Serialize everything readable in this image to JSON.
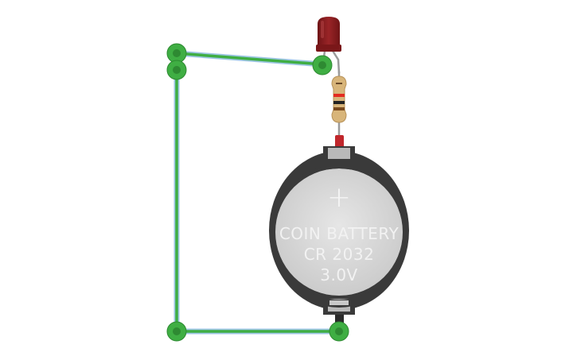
{
  "battery": {
    "plus_sign": "+",
    "label_line1": "COIN BATTERY",
    "label_line2": "CR 2032",
    "label_line3": "3.0V"
  },
  "colors": {
    "wire_green": "#3fae43",
    "wire_blue": "#9ec6e4",
    "led_red": "#8c1d1f",
    "battery_body": "#3a3a3a",
    "battery_cell": "#d8d8d8",
    "resistor_body": "#d8b57a",
    "terminal_red": "#c0262b"
  },
  "icons": {
    "node": "wire-endpoint-icon",
    "led": "red-led-icon",
    "resistor": "resistor-icon",
    "battery": "coin-battery-icon"
  }
}
